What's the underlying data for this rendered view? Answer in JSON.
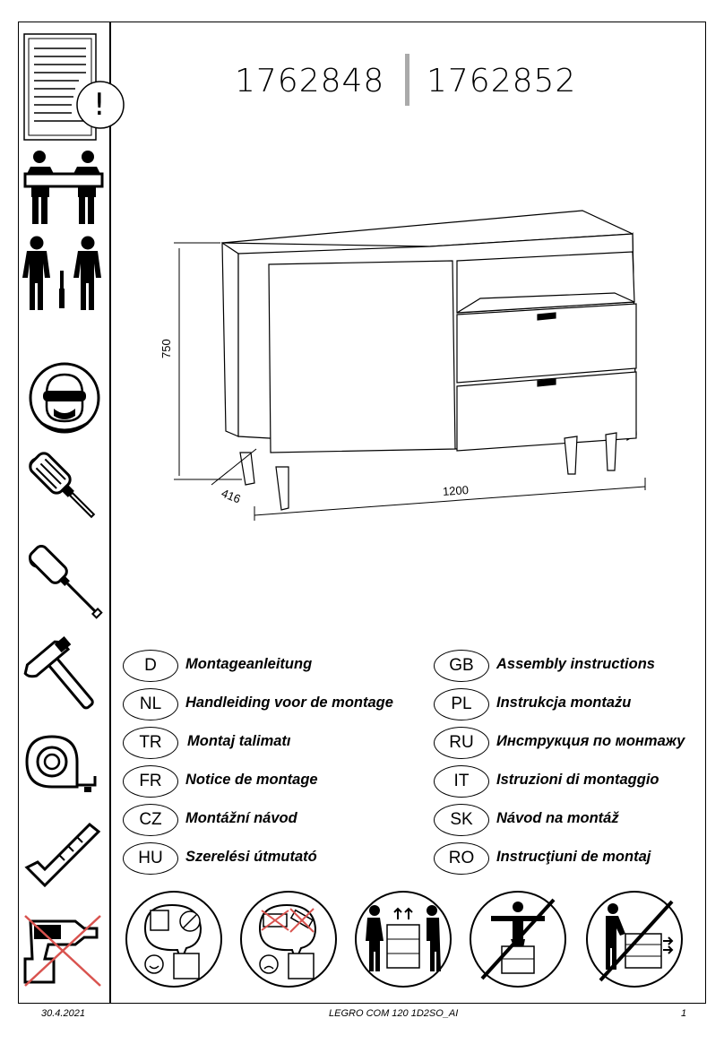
{
  "product_codes": [
    "1762848",
    "1762852"
  ],
  "dimensions": {
    "height": "750",
    "depth": "416",
    "width": "1200"
  },
  "notice_icon": {
    "symbol": "!"
  },
  "sidebar_icons": [
    "manual-icon",
    "two-people-carry-icon",
    "two-people-assembly-icon",
    "safety-goggles-icon",
    "phillips-screwdriver-icon",
    "flat-screwdriver-icon",
    "hammer-icon",
    "tape-measure-icon",
    "square-ruler-icon",
    "no-power-drill-icon"
  ],
  "languages": [
    {
      "code": "D",
      "title": "Montageanleitung"
    },
    {
      "code": "NL",
      "title": "Handleiding voor de montage"
    },
    {
      "code": "TR",
      "title": "Montaj talimatı"
    },
    {
      "code": "FR",
      "title": "Notice de montage"
    },
    {
      "code": "CZ",
      "title": "Montážní návod"
    },
    {
      "code": "HU",
      "title": "Szerelési útmutató"
    },
    {
      "code": "GB",
      "title": "Assembly instructions"
    },
    {
      "code": "PL",
      "title": "Instrukcja montażu"
    },
    {
      "code": "RU",
      "title": "Инструкция по монтажу"
    },
    {
      "code": "IT",
      "title": "Istruzioni di montaggio"
    },
    {
      "code": "SK",
      "title": "Návod na montáž"
    },
    {
      "code": "RO",
      "title": "Instrucţiuni de montaj"
    }
  ],
  "warning_icons": [
    "clean-dry-cloth-icon",
    "no-abrasive-cleaner-icon",
    "carry-upright-two-people-icon",
    "do-not-stand-on-furniture-icon",
    "do-not-push-furniture-icon"
  ],
  "footer": {
    "date": "30.4.2021",
    "model": "LEGRO COM 120 1D2SO_AI",
    "page": "1"
  },
  "colors": {
    "line": "#000000",
    "prohibition": "#d9534f"
  }
}
